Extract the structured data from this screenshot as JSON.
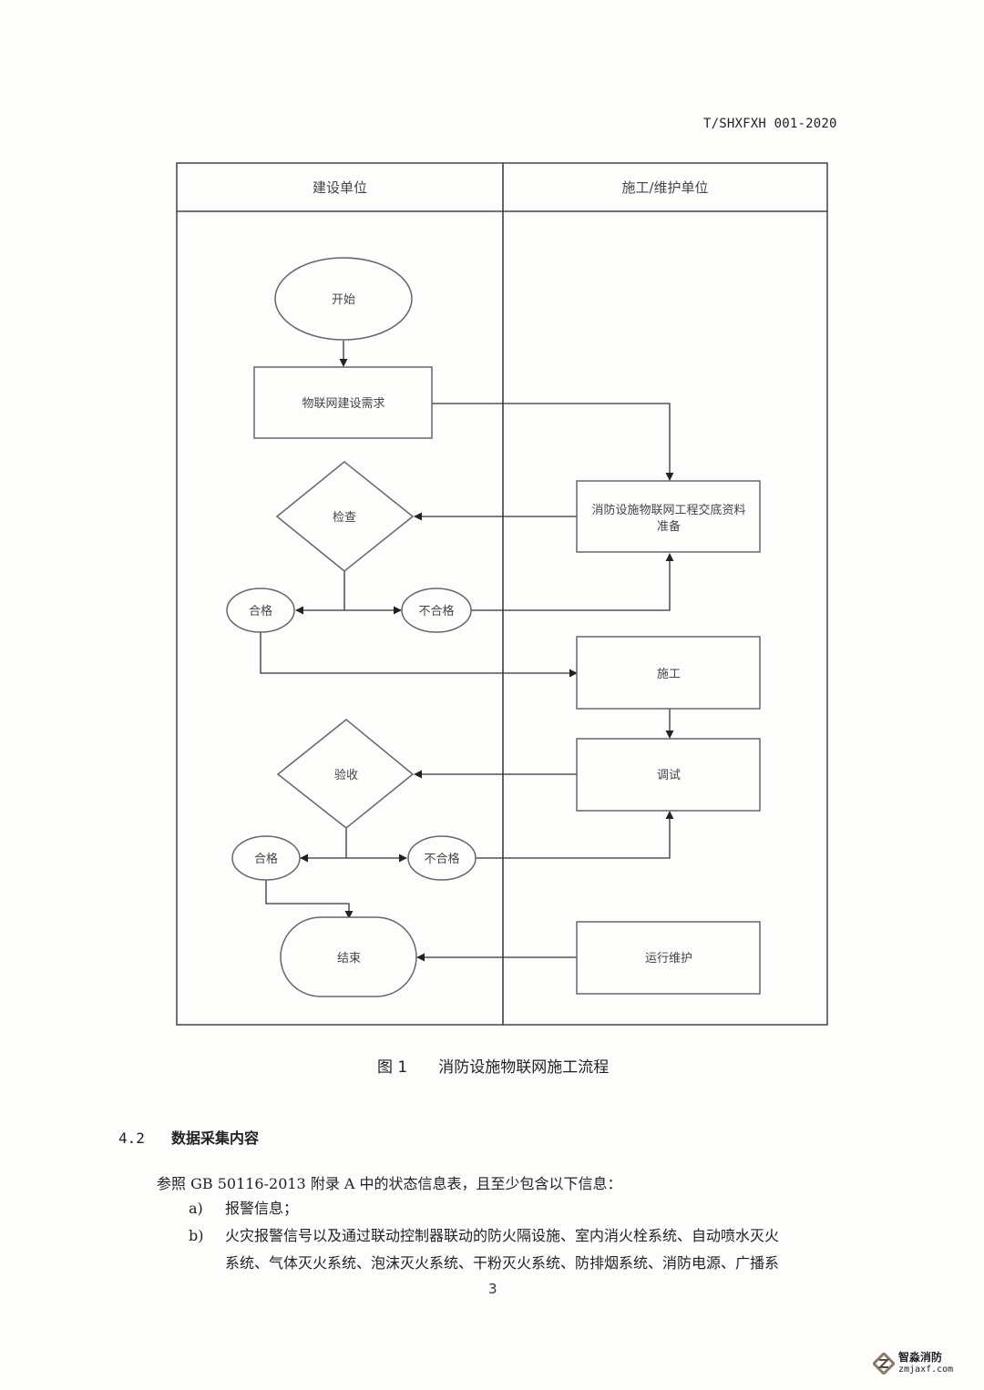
{
  "header": {
    "doc_code": "T/SHXFXH 001-2020"
  },
  "flowchart": {
    "lanes": [
      {
        "label": "建设单位"
      },
      {
        "label": "施工/维护单位"
      }
    ],
    "nodes": {
      "start": {
        "label": "开始",
        "shape": "ellipse"
      },
      "iot_demand": {
        "label": "物联网建设需求",
        "shape": "rect"
      },
      "handover_prep": {
        "label_line1": "消防设施物联网工程交底资料",
        "label_line2": "准备",
        "shape": "rect"
      },
      "check": {
        "label": "检查",
        "shape": "diamond"
      },
      "check_pass": {
        "label": "合格",
        "shape": "ellipse"
      },
      "check_fail": {
        "label": "不合格",
        "shape": "ellipse"
      },
      "construction": {
        "label": "施工",
        "shape": "rect"
      },
      "commissioning": {
        "label": "调试",
        "shape": "rect"
      },
      "acceptance": {
        "label": "验收",
        "shape": "diamond"
      },
      "accept_pass": {
        "label": "合格",
        "shape": "ellipse"
      },
      "accept_fail": {
        "label": "不合格",
        "shape": "ellipse"
      },
      "end": {
        "label": "结束",
        "shape": "rounded-rect"
      },
      "operation": {
        "label": "运行维护",
        "shape": "rect"
      }
    },
    "edges": [
      [
        "start",
        "iot_demand"
      ],
      [
        "iot_demand",
        "handover_prep"
      ],
      [
        "handover_prep",
        "check"
      ],
      [
        "check",
        "check_pass"
      ],
      [
        "check",
        "check_fail"
      ],
      [
        "check_fail",
        "handover_prep"
      ],
      [
        "check_pass",
        "construction"
      ],
      [
        "construction",
        "commissioning"
      ],
      [
        "commissioning",
        "acceptance"
      ],
      [
        "acceptance",
        "accept_pass"
      ],
      [
        "acceptance",
        "accept_fail"
      ],
      [
        "accept_fail",
        "commissioning"
      ],
      [
        "accept_pass",
        "end"
      ],
      [
        "operation",
        "end"
      ]
    ]
  },
  "caption": {
    "number": "图 1",
    "title": "消防设施物联网施工流程"
  },
  "section": {
    "number": "4.2",
    "title": "数据采集内容"
  },
  "body": {
    "intro": "参照 GB 50116-2013 附录 A 中的状态信息表，且至少包含以下信息：",
    "items": [
      {
        "marker": "a)",
        "line1": "报警信息；"
      },
      {
        "marker": "b)",
        "line1": "火灾报警信号以及通过联动控制器联动的防火隔设施、室内消火栓系统、自动喷水灭火",
        "line2": "系统、气体灭火系统、泡沫灭火系统、干粉灭火系统、防排烟系统、消防电源、广播系"
      }
    ]
  },
  "footer": {
    "page_number": "3"
  },
  "watermark": {
    "title": "智淼消防",
    "url": "zmjaxf.com"
  },
  "colors": {
    "stroke": "#333333",
    "shape_stroke": "#666666",
    "text": "#444444",
    "logo_fill": "#8a7a6a"
  }
}
